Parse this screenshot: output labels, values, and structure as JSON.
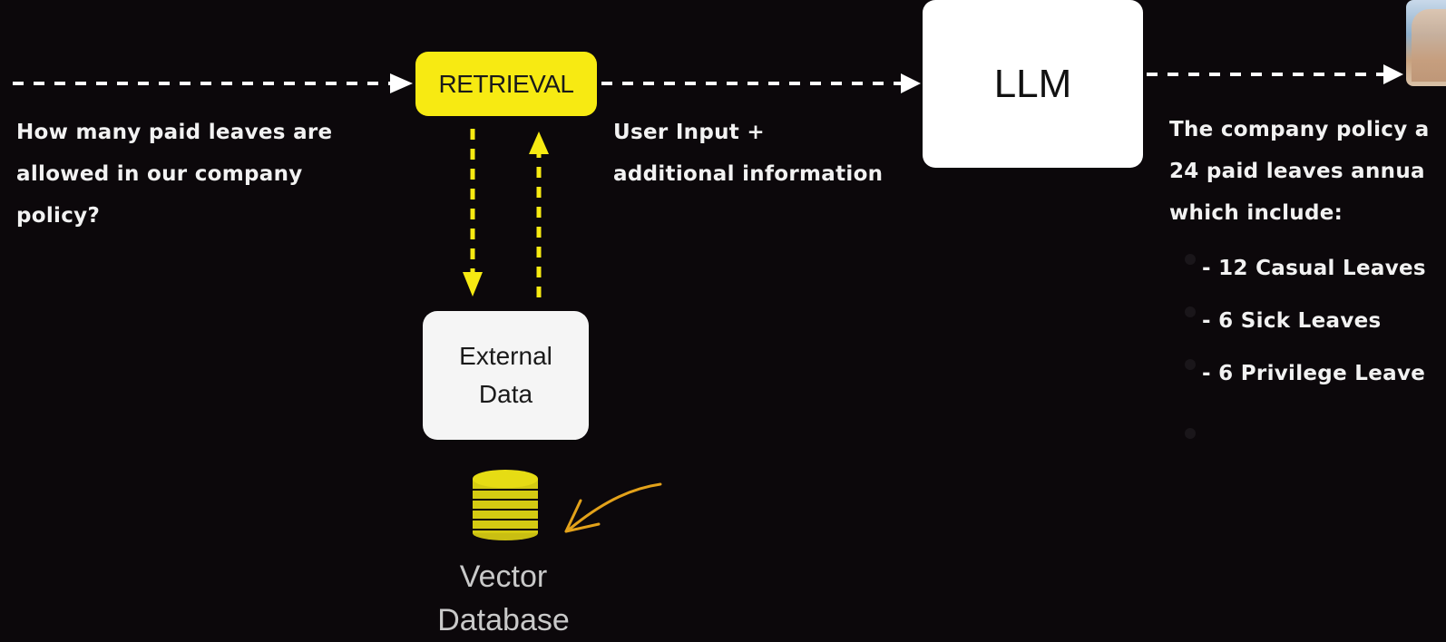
{
  "diagram": {
    "retrieval_label": "RETRIEVAL",
    "llm_label": "LLM",
    "external_data_line1": "External",
    "external_data_line2": "Data",
    "vector_db_line1": "Vector",
    "vector_db_line2": "Database",
    "question": [
      "How many paid leaves are",
      "allowed in our company",
      "policy?"
    ],
    "augmented_input": [
      "User Input +",
      "additional information"
    ],
    "answer": [
      "The company policy a",
      "24 paid leaves annua",
      "which include:"
    ],
    "answer_items": [
      "- 12 Casual Leaves",
      "- 6 Sick Leaves",
      "- 6 Privilege Leave"
    ]
  },
  "colors": {
    "background": "#0c080b",
    "accent_yellow": "#f7ea12",
    "annotation_orange": "#e3a21a",
    "box_white": "#ffffff"
  },
  "icons": [
    "database-icon",
    "annotation-arrow-icon",
    "presenter-thumbnail"
  ]
}
